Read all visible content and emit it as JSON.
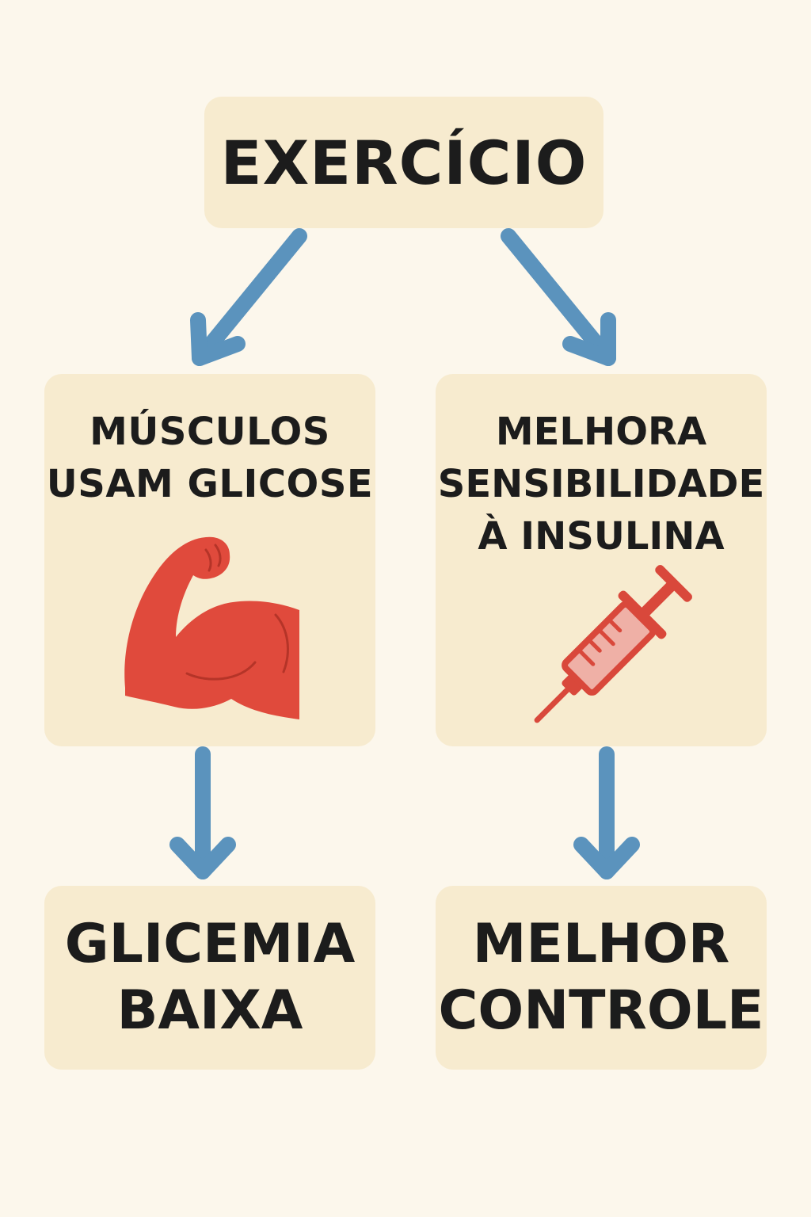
{
  "title": "EXERCÍCIO",
  "left_branch": {
    "cause_lines": [
      "MÚSCULOS",
      "USAM GLICOSE"
    ],
    "cause_icon": "flexed-bicep-icon",
    "result_lines": [
      "GLICEMIA",
      "BAIXA"
    ]
  },
  "right_branch": {
    "cause_lines": [
      "MELHORA",
      "SENSIBILIDADE",
      "À INSULINA"
    ],
    "cause_icon": "syringe-icon",
    "result_lines": [
      "MELHOR",
      "CONTROLE"
    ]
  },
  "colors": {
    "background": "#fcf7ec",
    "box": "#f7ebcf",
    "arrow": "#5b93bd",
    "icon": "#e04a3c",
    "text": "#1c1c1c"
  }
}
